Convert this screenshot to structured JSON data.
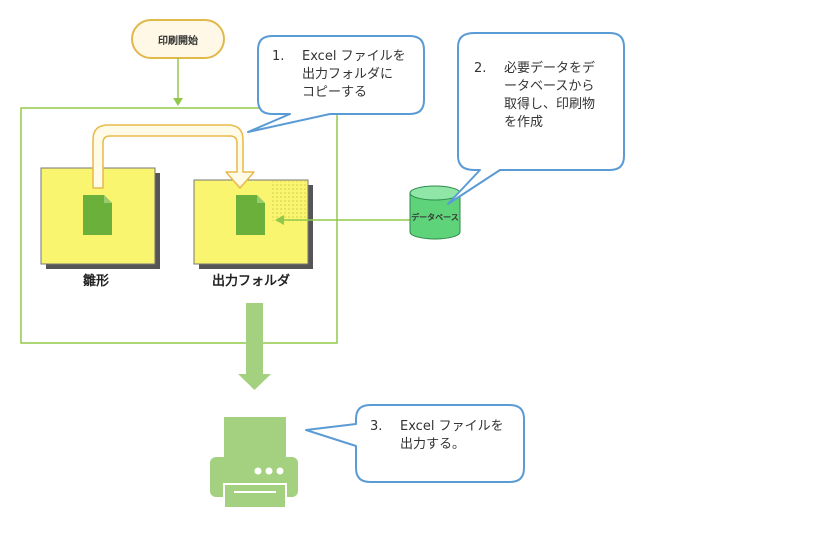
{
  "start_node": {
    "label": "印刷開始"
  },
  "template_folder": {
    "label": "雛形"
  },
  "output_folder": {
    "label": "出力フォルダ"
  },
  "database": {
    "label": "データベース"
  },
  "callouts": [
    {
      "number": "1.",
      "lines": [
        "Excel ファイルを",
        "出力フォルダに",
        "コピーする"
      ]
    },
    {
      "number": "2.",
      "lines": [
        "必要データをデ",
        "ータベースから",
        "取得し、印刷物",
        "を作成"
      ]
    },
    {
      "number": "3.",
      "lines": [
        "Excel ファイルを",
        "出力する。"
      ]
    }
  ],
  "colors": {
    "start_border": "#e1b84a",
    "start_fill": "#fff8e6",
    "group_border": "#92c84a",
    "folder_fill": "#f9f56e",
    "folder_shadow": "#555555",
    "file_fill": "#6bb03a",
    "arrow_green": "#92c84a",
    "copy_arrow_border": "#e8b94a",
    "copy_arrow_fill": "#fffbe6",
    "callout_border": "#5b9bd5",
    "db_fill": "#5fd37a",
    "printer": "#a3d17f"
  }
}
